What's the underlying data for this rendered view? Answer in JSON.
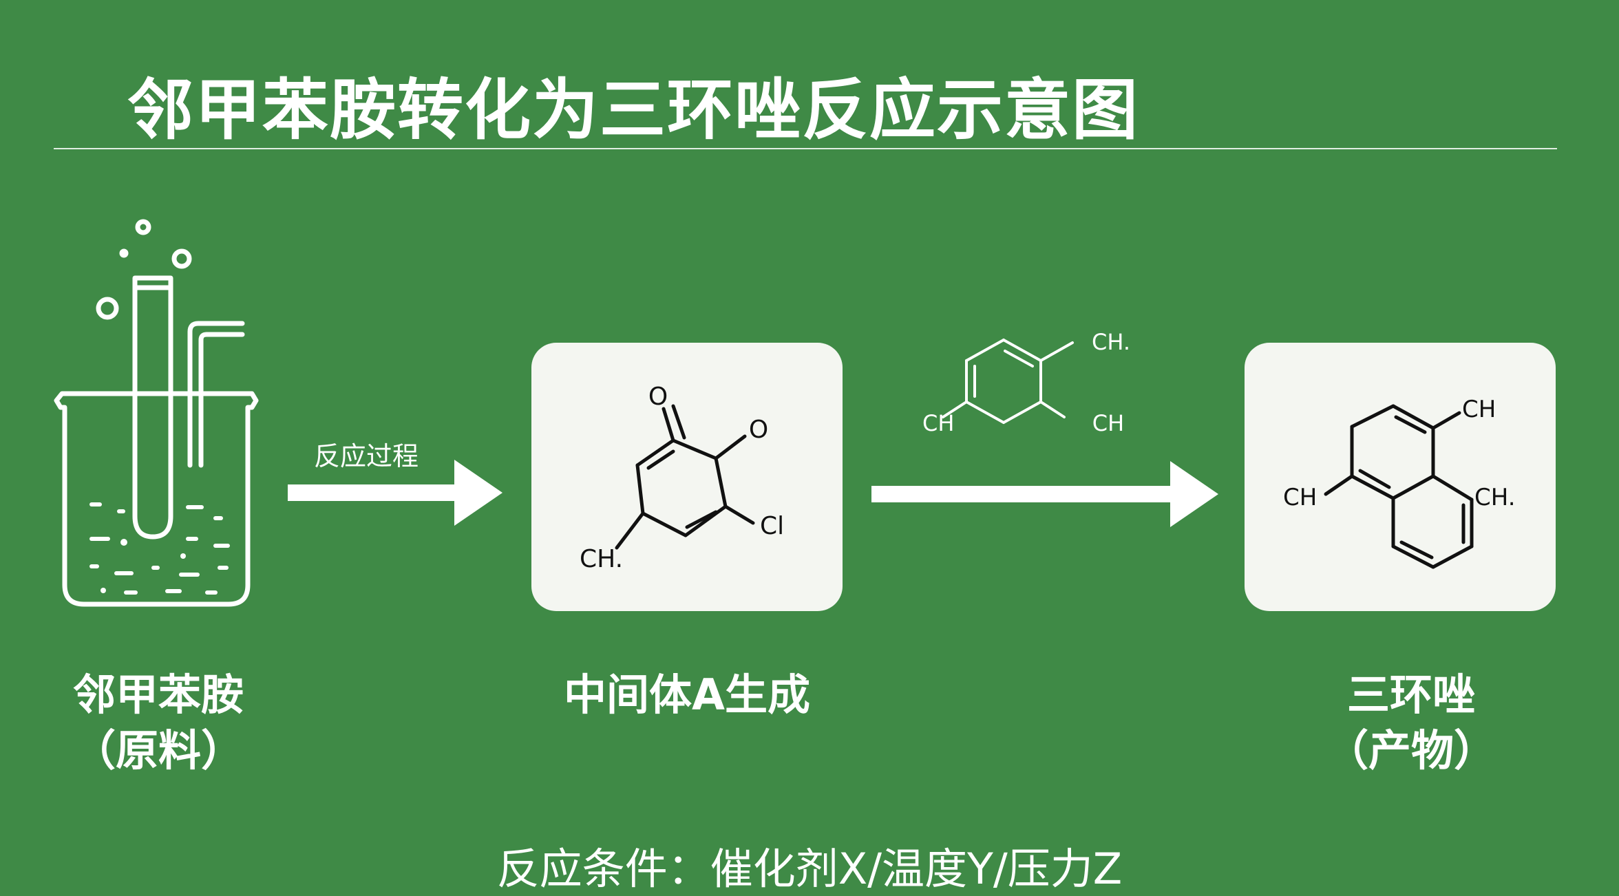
{
  "title": "邻甲苯胺转化为三环唑反应示意图",
  "arrow_label": "反应过程",
  "stages": [
    {
      "line1": "邻甲苯胺",
      "line2": "（原料）"
    },
    {
      "line1": "中间体A生成",
      "line2": ""
    },
    {
      "line1": "三环唑",
      "line2": "（产物）"
    }
  ],
  "intermediate_labels": {
    "o1": "O",
    "o2": "O",
    "cl": "Cl",
    "ch": "CH."
  },
  "reagent_labels": {
    "ch_top": "CH.",
    "ch_left": "CH",
    "ch_right": "CH"
  },
  "product_labels": {
    "ch_top": "CH",
    "ch_left": "CH",
    "n_ch": "CH."
  },
  "conditions": "反应条件：催化剂X/温度Y/压力Z",
  "colors": {
    "background": "#3f8a46",
    "card": "#f4f6f1",
    "ink": "#111111",
    "line": "#ffffff"
  }
}
